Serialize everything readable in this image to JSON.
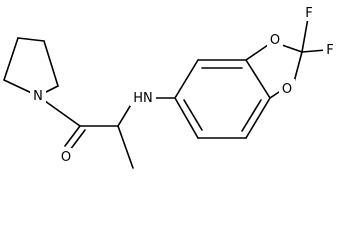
{
  "molecule": {
    "atoms": {
      "n_pyrrolidine": "N",
      "o_carbonyl": "O",
      "nh_amine": "HN",
      "o_dioxole_top": "O",
      "o_dioxole_bottom": "O",
      "f_top": "F",
      "f_right": "F"
    }
  }
}
